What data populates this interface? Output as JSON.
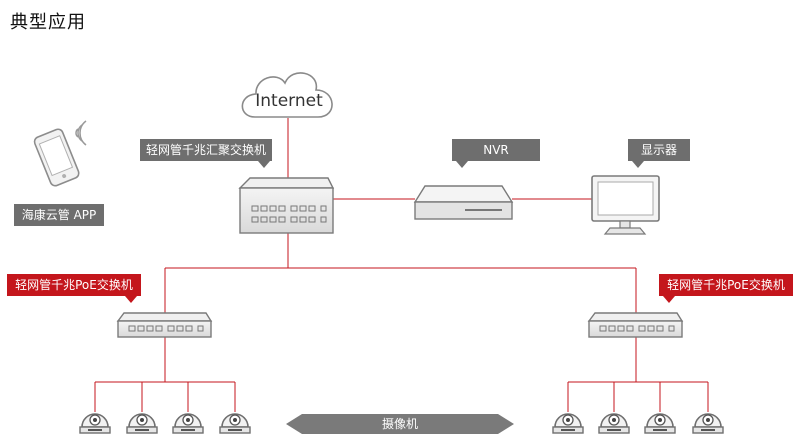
{
  "page_title": "典型应用",
  "colors": {
    "accent": "#c4161c",
    "gray_tag": "#6e6e6e",
    "device": "#e6e6e6",
    "outline": "#7a7a7a"
  },
  "nodes": {
    "internet": "Internet",
    "core_switch": "轻网管千兆汇聚交换机",
    "nvr": "NVR",
    "monitor": "显示器",
    "app": "海康云管 APP",
    "poe_switch_left": "轻网管千兆PoE交换机",
    "poe_switch_right": "轻网管千兆PoE交换机",
    "cameras": "摄像机"
  },
  "icons": [
    "cloud-icon",
    "phone-icon",
    "wifi-icon",
    "switch-icon",
    "nvr-icon",
    "monitor-icon",
    "dome-camera-icon"
  ]
}
